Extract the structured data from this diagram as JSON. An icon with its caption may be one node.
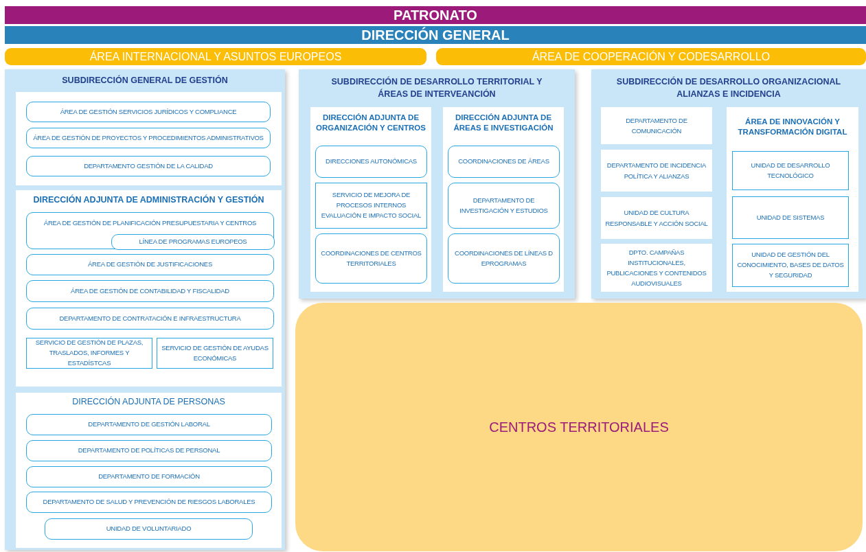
{
  "diagram": {
    "nodes": [
      {
        "text": [
          "PATRONATO"
        ]
      },
      {
        "text": [
          "DIRECCIÓN GENERAL"
        ]
      },
      {
        "text": [
          "ÁREA INTERNACIONAL Y ASUNTOS EUROPEOS"
        ]
      },
      {
        "text": [
          "ÁREA DE COOPERACIÓN Y CODESARROLLO"
        ]
      },
      {
        "text": [
          "SUBDIRECCIÓN GENERAL DE GESTIÓN"
        ]
      },
      {
        "text": [],
        "shape": "box",
        "in": 4
      },
      {
        "text": [
          "ÁREA DE GESTIÓN SERVICIOS JURÍDICOS Y COMPLIANCE"
        ],
        "in": 5
      },
      {
        "text": [
          "ÁREA DE GESTIÓN DE PROYECTOS Y PROCEDIMIENTOS ADMINISTRATIVOS"
        ],
        "in": 5
      },
      {
        "text": [
          "DEPARTAMENTO GESTIÓN DE LA CALIDAD"
        ],
        "in": 5
      },
      {
        "text": [
          "DIRECCIÓN ADJUNTA DE ADMINISTRACIÓN Y GESTIÓN"
        ],
        "in": 4
      },
      {
        "text": [
          "ÁREA DE GESTIÓN DE PLANIFICACIÓN PRESUPUESTARIA Y CENTROS"
        ],
        "in": 9
      },
      {
        "text": [
          "LÍNEA DE PROGRAMAS EUROPEOS"
        ],
        "in": 10
      },
      {
        "text": [
          "ÁREA DE GESTIÓN DE JUSTIFICACIONES"
        ],
        "in": 9
      },
      {
        "text": [
          "ÁREA DE GESTIÓN DE CONTABILIDAD Y FISCALIDAD"
        ],
        "in": 9
      },
      {
        "text": [
          "DEPARTAMENTO DE CONTRATACIÓN E INFRAESTRUCTURA"
        ],
        "in": 9
      },
      {
        "text": [
          "SERVICIO DE GESTIÓN DE PLAZAS, TRASLADOS, INFORMES Y ESTADÍSTCAS"
        ],
        "in": 9
      },
      {
        "text": [
          "SERVICIO DE GESTIÓN DE AYUDAS ECONÓMICAS"
        ],
        "in": 9
      },
      {
        "text": [
          "DIRECCIÓN ADJUNTA DE PERSONAS"
        ],
        "in": 4
      },
      {
        "text": [
          "DEPARTAMENTO DE GESTIÓN LABORAL"
        ],
        "in": 17
      },
      {
        "text": [
          "DEPARTAMENTO DE POLÍTICAS DE PERSONAL"
        ],
        "in": 17
      },
      {
        "text": [
          "DEPARTAMENTO DE FORMACIÓN"
        ],
        "in": 17
      },
      {
        "text": [
          "DEPARTAMENTO DE SALUD Y PREVENCIÓN DE RIESGOS LABORALES"
        ],
        "in": 17
      },
      {
        "text": [
          "UNIDAD DE VOLUNTARIADO"
        ],
        "in": 17
      },
      {
        "text": [
          "SUBDIRECCIÓN DE DESARROLLO TERRITORIAL Y ÁREAS DE INTERVEANCIÓN"
        ]
      },
      {
        "text": [
          "DIRECCIÓN ADJUNTA DE ORGANIZACIÓN Y CENTROS"
        ],
        "in": 23
      },
      {
        "text": [
          "DIRECCIONES AUTONÓMICAS"
        ],
        "in": 24
      },
      {
        "text": [
          "SERVICIO DE MEJORA DE PROCESOS INTERNOS EVALUACIÓN E IMPACTO SOCIAL"
        ],
        "in": 24
      },
      {
        "text": [
          "COORDINACIONES DE CENTROS TERRITORIALES"
        ],
        "in": 24
      },
      {
        "text": [
          "DIRECCIÓN ADJUNTA DE ÁREAS E INVESTIGACIÓN"
        ],
        "in": 23
      },
      {
        "text": [
          "COORDINACIONES DE ÁREAS"
        ],
        "in": 28
      },
      {
        "text": [
          "DEPARTAMENTO DE INVESTIGACIÓN Y ESTUDIOS"
        ],
        "in": 28
      },
      {
        "text": [
          "COORDINACIONES DE LÍNEAS D EPROGRAMAS"
        ],
        "in": 28
      },
      {
        "text": [
          "SUBDIRECCIÓN DE DESARROLLO ORGANIZACIONAL ALIANZAS E INCIDENCIA"
        ]
      },
      {
        "text": [
          "DEPARTAMENTO DE COMUNICACIÓN"
        ],
        "in": 32
      },
      {
        "text": [
          "DEPARTAMENTO DE INCIDENCIA POLÍTICA Y ALIANZAS"
        ],
        "in": 32
      },
      {
        "text": [
          "UNIDAD DE CULTURA RESPONSABLE Y ACCIÓN SOCIAL"
        ],
        "in": 32
      },
      {
        "text": [
          "DPTO. CAMPAÑAS INSTITUCIONALES, PUBLICACIONES Y CONTENIDOS AUDIOVISUALES"
        ],
        "in": 32
      },
      {
        "text": [
          "ÁREA DE INNOVACIÓN Y TRANSFORMACIÓN DIGITAL"
        ],
        "in": 32
      },
      {
        "text": [
          "UNIDAD DE DESARROLLO TECNOLÓGICO"
        ],
        "in": 37
      },
      {
        "text": [
          "UNIDAD DE SISTEMAS"
        ],
        "in": 37
      },
      {
        "text": [
          "UNIDAD DE GESTIÓN DEL CONOCIMIENTO, BASES DE DATOS Y SEGURIDAD"
        ],
        "in": 37
      },
      {
        "text": [
          "CENTROS TERRITORIALES"
        ]
      }
    ]
  }
}
